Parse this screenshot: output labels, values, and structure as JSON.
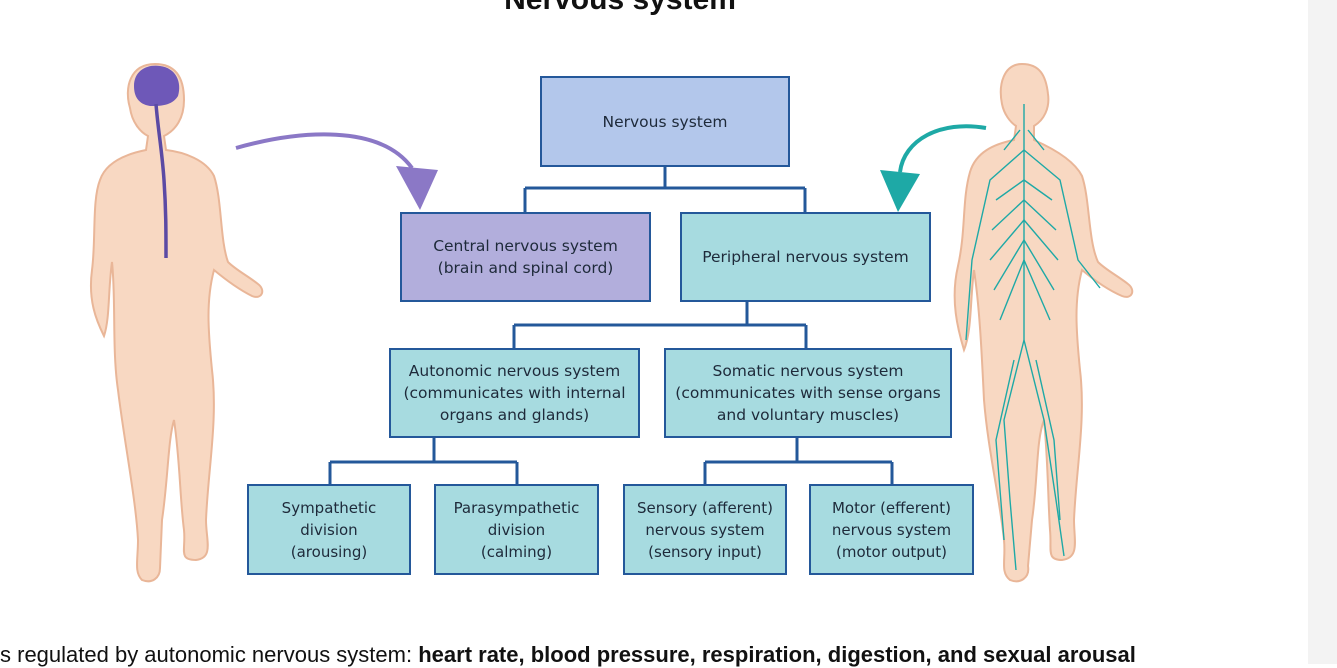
{
  "slide": {
    "title": "Nervous system"
  },
  "diagram": {
    "root": "Nervous system",
    "central": "Central nervous system\n(brain and spinal cord)",
    "peripheral": "Peripheral nervous system",
    "autonomic": "Autonomic nervous system\n(communicates with internal\norgans and glands)",
    "somatic": "Somatic nervous system\n(communicates with sense organs\nand voluntary muscles)",
    "sympathetic": "Sympathetic\ndivision\n(arousing)",
    "parasympathetic": "Parasympathetic\ndivision\n(calming)",
    "sensory": "Sensory (afferent)\nnervous system\n(sensory input)",
    "motor": "Motor (efferent)\nnervous system\n(motor output)"
  },
  "colors": {
    "root_fill": "#b3c7eb",
    "cns_fill": "#b2aedc",
    "pns_fill": "#a7dbe0",
    "border": "#24589a",
    "cns_arrow": "#8b78c6",
    "pns_arrow": "#1ea9a6",
    "skin": "#f8d8c2"
  },
  "caption": {
    "prefix": "s regulated by autonomic nervous system: ",
    "bold": "heart rate, blood pressure, respiration, digestion, and sexual arousal"
  }
}
